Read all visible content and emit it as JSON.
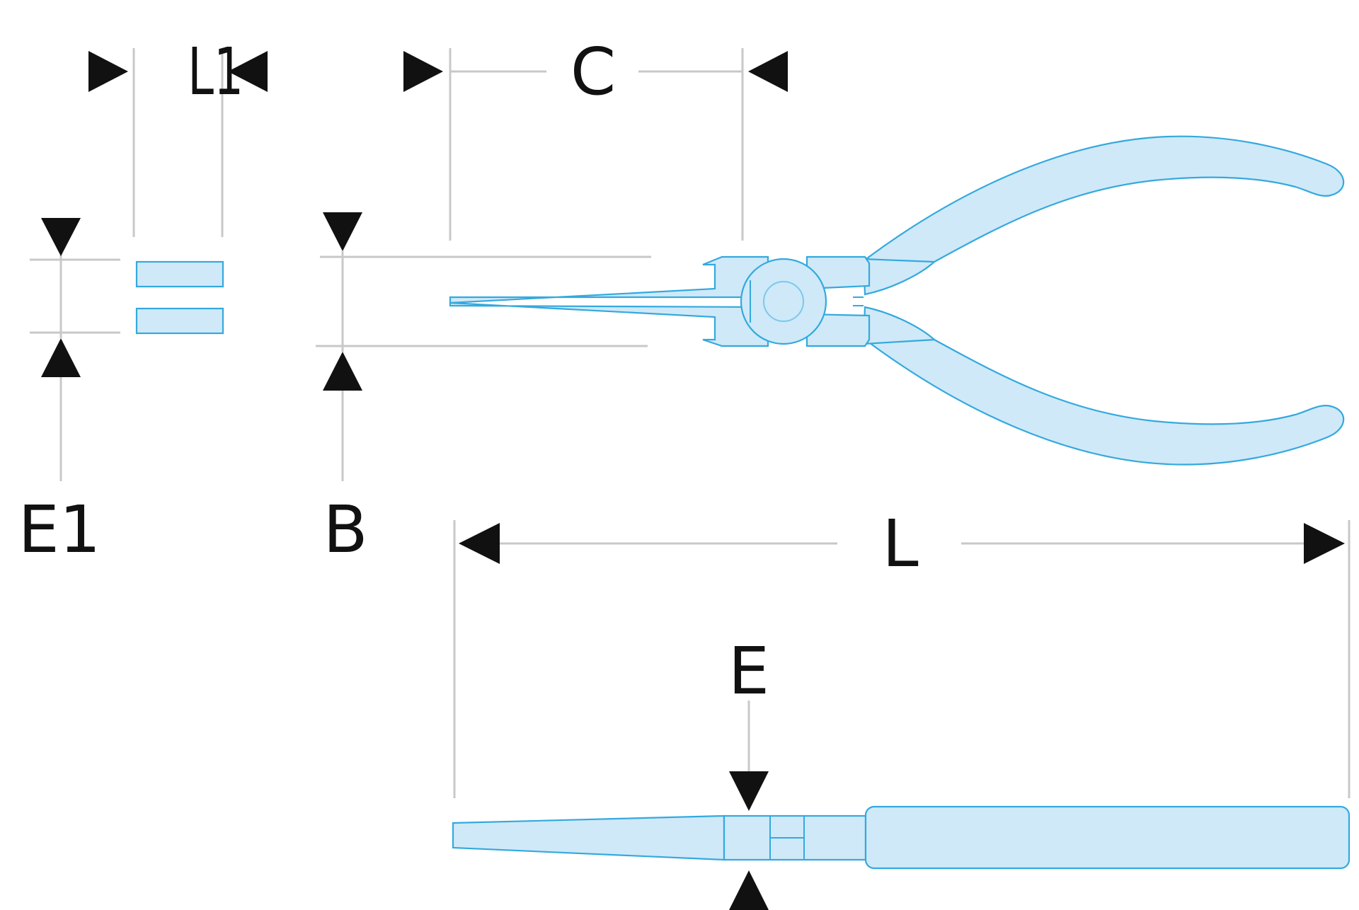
{
  "diagram": {
    "type": "technical-dimension-drawing",
    "subject_icon": "long-nose-pliers",
    "colors": {
      "tool_fill": "#cfe9f8",
      "tool_stroke": "#34a9de",
      "dimension_line": "#c8c8c8",
      "arrow": "#111111",
      "label": "#111111"
    },
    "labels": {
      "L1": "L1",
      "C": "C",
      "E1": "E1",
      "B": "B",
      "L": "L",
      "E": "E"
    }
  }
}
